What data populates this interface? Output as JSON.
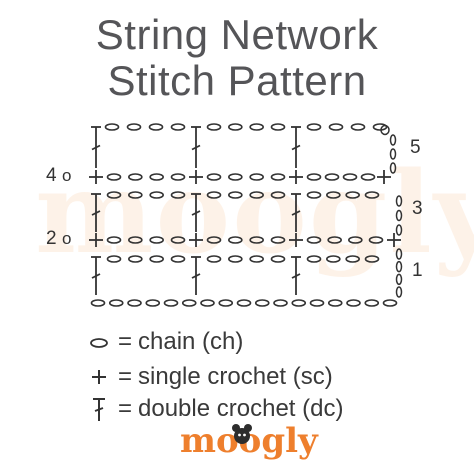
{
  "title": {
    "line1": "String Network",
    "line2": "Stitch Pattern"
  },
  "watermark": {
    "text": "moogly"
  },
  "diagram": {
    "row_labels_left": [
      "4",
      "2"
    ],
    "row_numbers_right": [
      "5",
      "3",
      "1"
    ]
  },
  "legend": [
    {
      "symbol": "chain-icon",
      "eq": "=",
      "text": "chain (ch)"
    },
    {
      "symbol": "plus-icon",
      "eq": "=",
      "text": "single crochet (sc)"
    },
    {
      "symbol": "dc-icon",
      "eq": "=",
      "text": "double crochet (dc)"
    }
  ],
  "brand": {
    "text": "moogly"
  },
  "colors": {
    "title": "#555558",
    "ink": "#333333",
    "brand": "#ee7f2d"
  }
}
